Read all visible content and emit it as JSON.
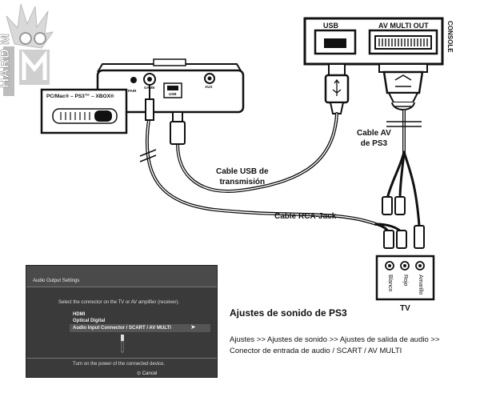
{
  "logo": {
    "text": "HARD M"
  },
  "console": {
    "title": "CONSOLE",
    "usb_label": "USB",
    "av_label": "AV MULTI OUT"
  },
  "device": {
    "switch_label": "PC/Mac® – PS3™ – XBOX®",
    "port_pair": "PAIR",
    "port_game": "GAME",
    "port_usb": "USB",
    "port_aux": "AUX"
  },
  "cables": {
    "av_cable": [
      "Cable AV",
      "de PS3"
    ],
    "usb_cable": [
      "Cable USB de",
      "transmisión"
    ],
    "rca_cable": "Cable RCA-Jack"
  },
  "tv": {
    "title": "TV",
    "jack_white": "Blanco",
    "jack_red": "Rojo",
    "jack_yellow": "Amarillo"
  },
  "ps3_screen": {
    "header": "Audio Output Settings",
    "instruction": "Select the connector on the TV or AV amplifier (receiver).",
    "options": [
      "HDMI",
      "Optical Digital",
      "Audio Input Connector / SCART / AV MULTI"
    ],
    "selected_index": 2,
    "footer": "Turn on the power of the connected device.",
    "cancel": "Cancel"
  },
  "instructions": {
    "title": "Ajustes de sonido de PS3",
    "body": "Ajustes >> Ajustes de sonido >> Ajustes de salida de audio >> Conector de entrada de audio / SCART / AV MULTI"
  }
}
